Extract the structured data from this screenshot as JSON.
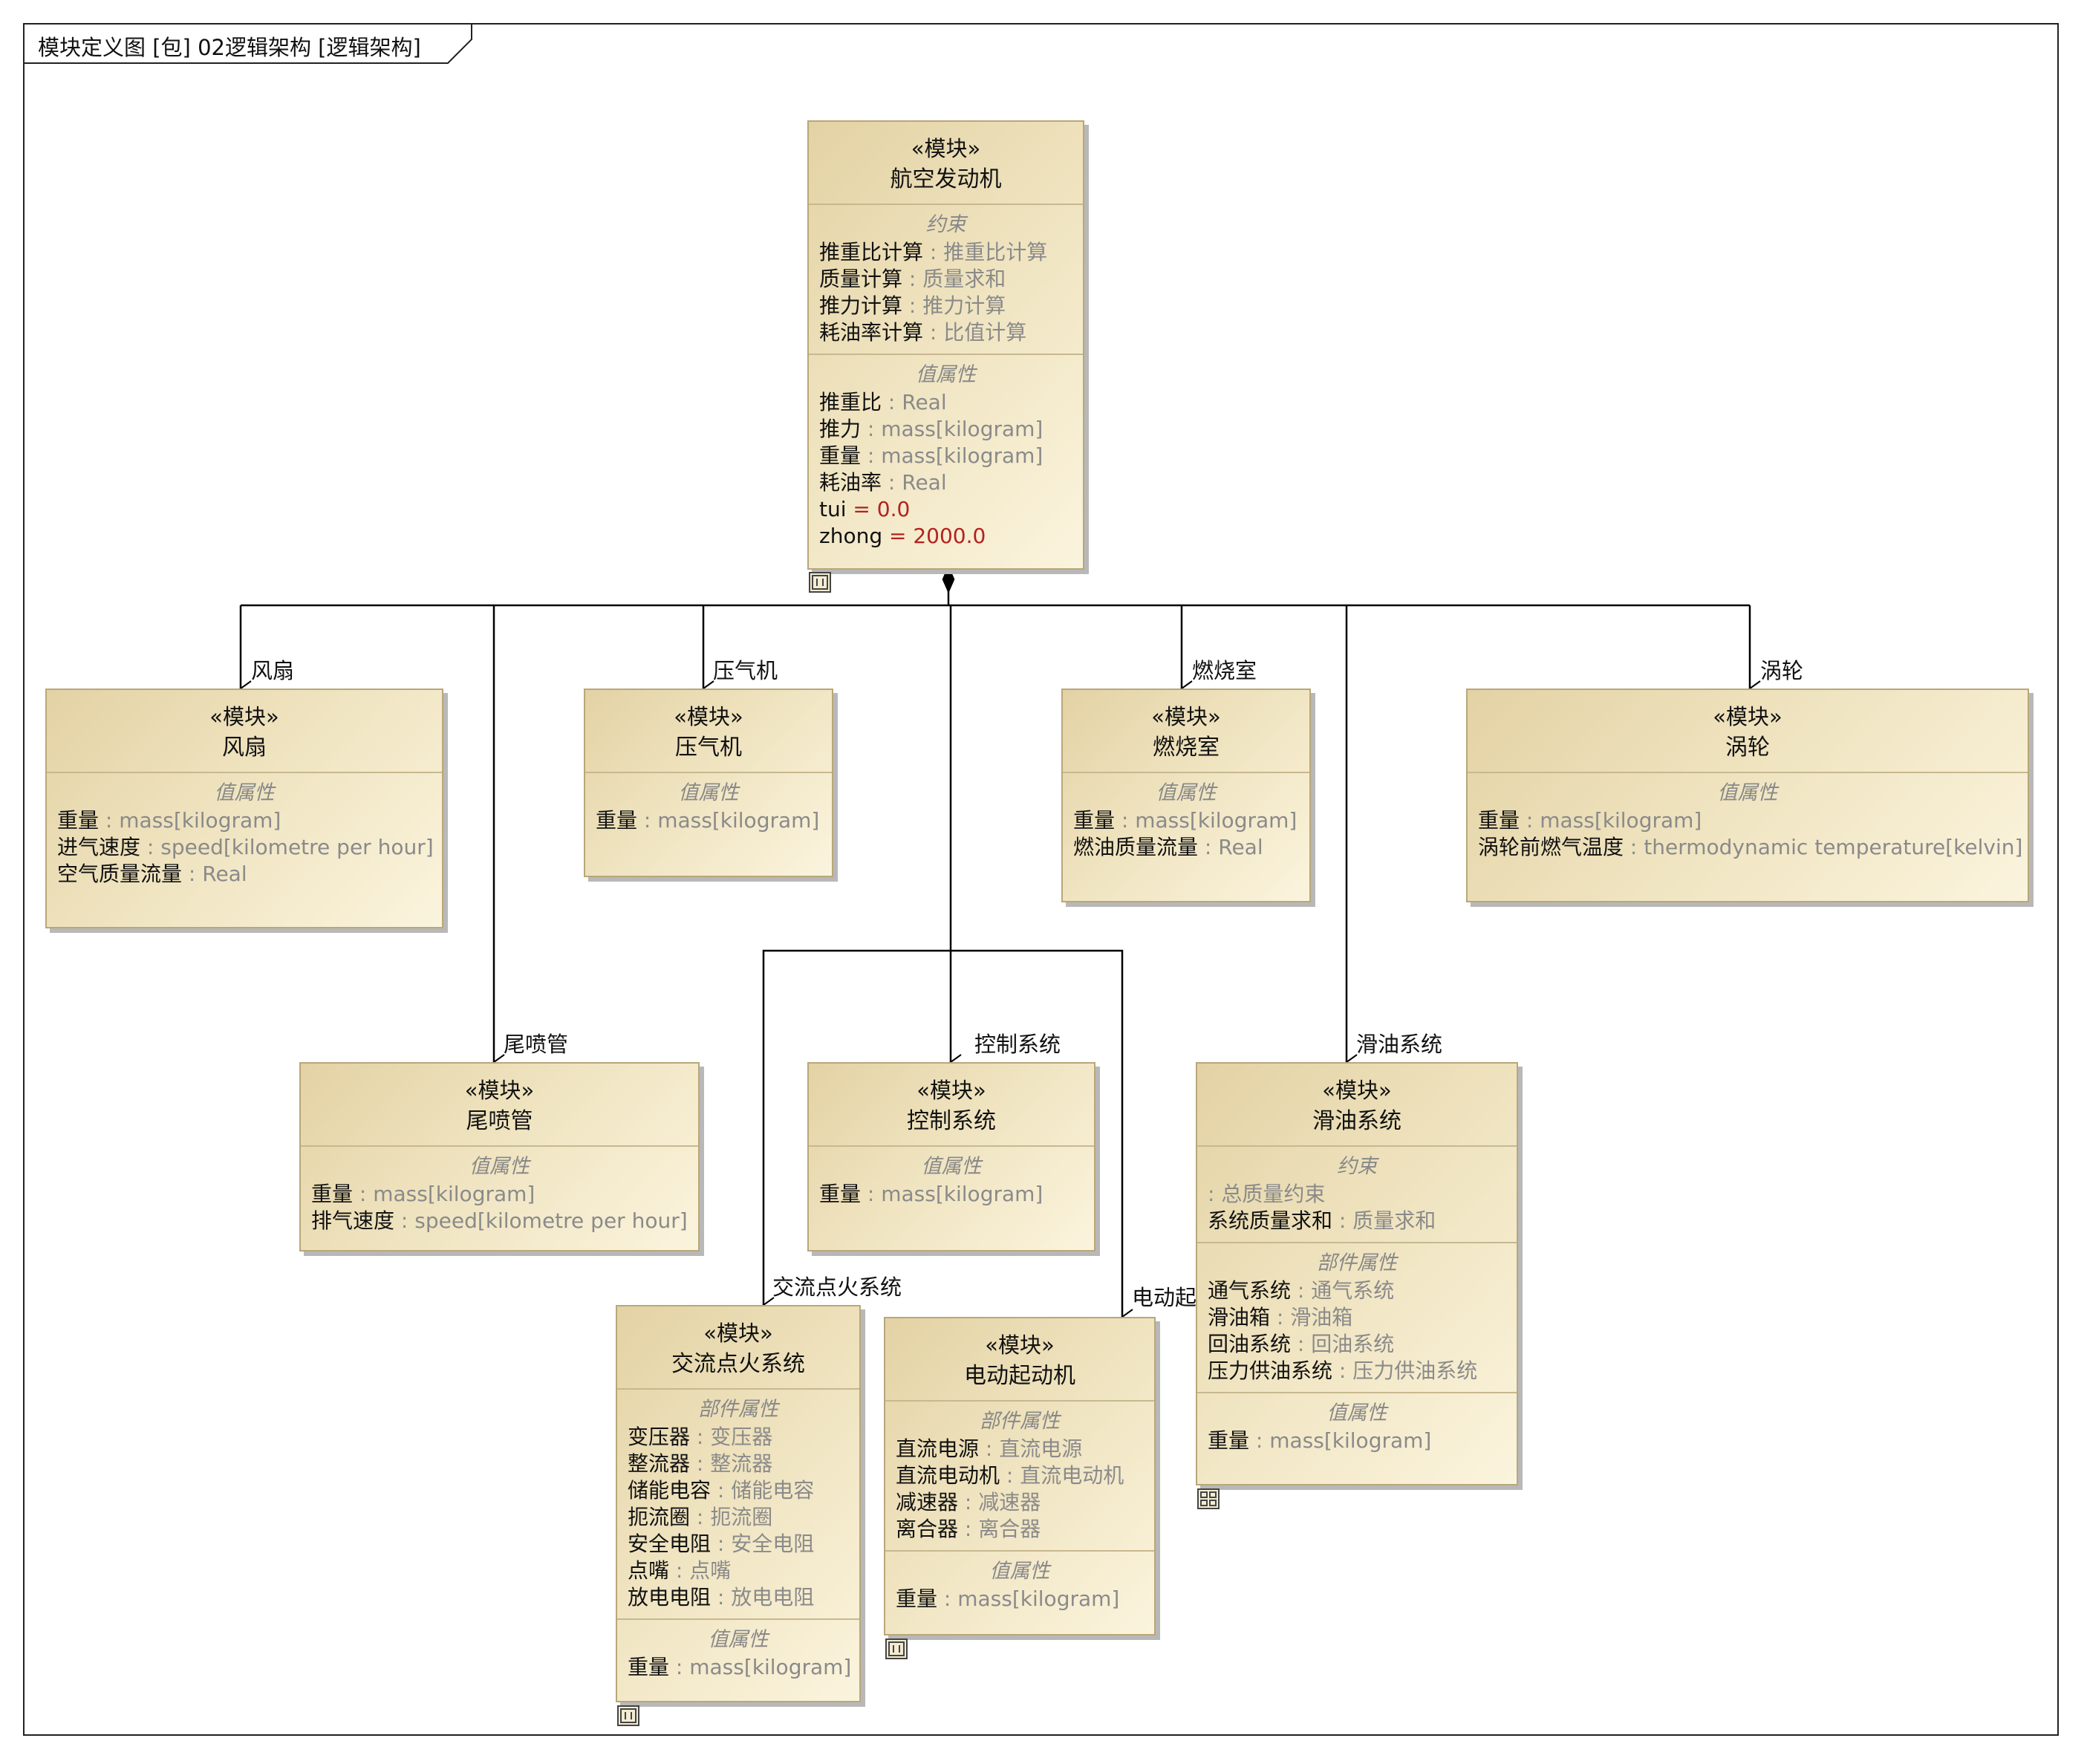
{
  "diagram": {
    "frame_title": "模块定义图 [包] 02逻辑架构 [逻辑架构]",
    "colors": {
      "block_fill_start": "#e3d2a4",
      "block_fill_end": "#fbf4dd",
      "block_border": "#b9a77a",
      "type_text": "#8a8a8a",
      "default_value_text": "#b2221f",
      "line": "#000000"
    },
    "blocks": {
      "engine": {
        "stereotype": "«模块»",
        "name": "航空发动机",
        "constraints_title": "约束",
        "constraints": [
          {
            "name": "推重比计算",
            "type": " : 推重比计算"
          },
          {
            "name": "质量计算",
            "type": " : 质量求和"
          },
          {
            "name": "推力计算",
            "type": " : 推力计算"
          },
          {
            "name": "耗油率计算",
            "type": " : 比值计算"
          }
        ],
        "values_title": "值属性",
        "values": [
          {
            "name": "推重比",
            "type": " : Real"
          },
          {
            "name": "推力",
            "type": " : mass[kilogram]"
          },
          {
            "name": "重量",
            "type": " : mass[kilogram]"
          },
          {
            "name": "耗油率",
            "type": " : Real"
          },
          {
            "name": "tui",
            "default": " = 0.0"
          },
          {
            "name": "zhong",
            "default": " = 2000.0"
          }
        ]
      },
      "fan": {
        "stereotype": "«模块»",
        "name": "风扇",
        "values_title": "值属性",
        "values": [
          {
            "name": "重量",
            "type": " : mass[kilogram]"
          },
          {
            "name": "进气速度",
            "type": " : speed[kilometre per hour]"
          },
          {
            "name": "空气质量流量",
            "type": " : Real"
          }
        ]
      },
      "compressor": {
        "stereotype": "«模块»",
        "name": "压气机",
        "values_title": "值属性",
        "values": [
          {
            "name": "重量",
            "type": " : mass[kilogram]"
          }
        ]
      },
      "combustor": {
        "stereotype": "«模块»",
        "name": "燃烧室",
        "values_title": "值属性",
        "values": [
          {
            "name": "重量",
            "type": " : mass[kilogram]"
          },
          {
            "name": "燃油质量流量",
            "type": " : Real"
          }
        ]
      },
      "turbine": {
        "stereotype": "«模块»",
        "name": "涡轮",
        "values_title": "值属性",
        "values": [
          {
            "name": "重量",
            "type": " : mass[kilogram]"
          },
          {
            "name": "涡轮前燃气温度",
            "type": " : thermodynamic temperature[kelvin]"
          }
        ]
      },
      "nozzle": {
        "stereotype": "«模块»",
        "name": "尾喷管",
        "values_title": "值属性",
        "values": [
          {
            "name": "重量",
            "type": " : mass[kilogram]"
          },
          {
            "name": "排气速度",
            "type": " : speed[kilometre per hour]"
          }
        ]
      },
      "control": {
        "stereotype": "«模块»",
        "name": "控制系统",
        "values_title": "值属性",
        "values": [
          {
            "name": "重量",
            "type": " : mass[kilogram]"
          }
        ]
      },
      "lube": {
        "stereotype": "«模块»",
        "name": "滑油系统",
        "constraints_title": "约束",
        "constraints": [
          {
            "name": "",
            "type": " : 总质量约束"
          },
          {
            "name": "系统质量求和",
            "type": " : 质量求和"
          }
        ],
        "parts_title": "部件属性",
        "parts": [
          {
            "name": "通气系统",
            "type": " : 通气系统"
          },
          {
            "name": "滑油箱",
            "type": " : 滑油箱"
          },
          {
            "name": "回油系统",
            "type": " : 回油系统"
          },
          {
            "name": "压力供油系统",
            "type": " : 压力供油系统"
          }
        ],
        "values_title": "值属性",
        "values": [
          {
            "name": "重量",
            "type": " : mass[kilogram]"
          }
        ]
      },
      "ignition": {
        "stereotype": "«模块»",
        "name": "交流点火系统",
        "parts_title": "部件属性",
        "parts": [
          {
            "name": "变压器",
            "type": " : 变压器"
          },
          {
            "name": "整流器",
            "type": " : 整流器"
          },
          {
            "name": "储能电容",
            "type": " : 储能电容"
          },
          {
            "name": "扼流圈",
            "type": " : 扼流圈"
          },
          {
            "name": "安全电阻",
            "type": " : 安全电阻"
          },
          {
            "name": "点嘴",
            "type": " : 点嘴"
          },
          {
            "name": "放电电阻",
            "type": " : 放电电阻"
          }
        ],
        "values_title": "值属性",
        "values": [
          {
            "name": "重量",
            "type": " : mass[kilogram]"
          }
        ]
      },
      "starter": {
        "stereotype": "«模块»",
        "name": "电动起动机",
        "parts_title": "部件属性",
        "parts": [
          {
            "name": "直流电源",
            "type": " : 直流电源"
          },
          {
            "name": "直流电动机",
            "type": " : 直流电动机"
          },
          {
            "name": "减速器",
            "type": " : 减速器"
          },
          {
            "name": "离合器",
            "type": " : 离合器"
          }
        ],
        "values_title": "值属性",
        "values": [
          {
            "name": "重量",
            "type": " : mass[kilogram]"
          }
        ]
      }
    },
    "role_labels": {
      "fan": "风扇",
      "compressor": "压气机",
      "combustor": "燃烧室",
      "turbine": "涡轮",
      "nozzle": "尾喷管",
      "control": "控制系统",
      "lube": "滑油系统",
      "ignition": "交流点火系统",
      "starter": "电动起动机"
    },
    "icons": {
      "value_block": "value-type-icon",
      "structure": "internal-structure-icon"
    }
  }
}
